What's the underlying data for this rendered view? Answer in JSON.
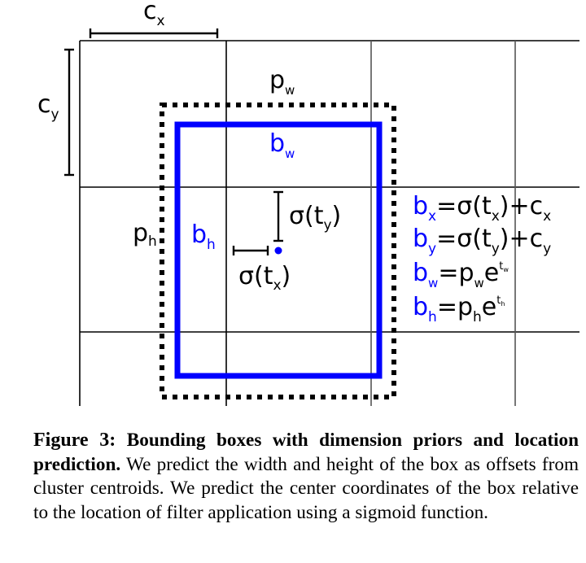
{
  "figure": {
    "colors": {
      "grid": "#000000",
      "prior_box": "#000000",
      "predicted_box": "#0000ff",
      "center_point": "#0000ff",
      "text": "#000000",
      "blue_text": "#0000ff"
    },
    "labels": {
      "cx": {
        "main": "c",
        "sub": "x"
      },
      "cy": {
        "main": "c",
        "sub": "y"
      },
      "pw": {
        "main": "p",
        "sub": "w"
      },
      "ph": {
        "main": "p",
        "sub": "h"
      },
      "bw": {
        "main": "b",
        "sub": "w"
      },
      "bh": {
        "main": "b",
        "sub": "h"
      },
      "sigma_ty": {
        "pre": "σ(t",
        "sub": "y",
        "post": ")"
      },
      "sigma_tx": {
        "pre": "σ(t",
        "sub": "x",
        "post": ")"
      }
    },
    "equations": [
      {
        "lhs_main": "b",
        "lhs_sub": "x",
        "rhs": "=σ(t",
        "rhs_sub": "x",
        "rhs_tail": ")+c",
        "rhs_tail_sub": "x"
      },
      {
        "lhs_main": "b",
        "lhs_sub": "y",
        "rhs": "=σ(t",
        "rhs_sub": "y",
        "rhs_tail": ")+c",
        "rhs_tail_sub": "y"
      },
      {
        "lhs_main": "b",
        "lhs_sub": "w",
        "rhs": "=p",
        "rhs_sub": "w",
        "rhs_tail": "e",
        "rhs_sup": "t",
        "rhs_sup_sub": "w"
      },
      {
        "lhs_main": "b",
        "lhs_sub": "h",
        "rhs": "=p",
        "rhs_sub": "h",
        "rhs_tail": "e",
        "rhs_sup": "t",
        "rhs_sup_sub": "h"
      }
    ]
  },
  "caption": {
    "figure_label": "Figure 3:",
    "bold_text": "Bounding boxes with dimension priors and location prediction.",
    "body_text": "We predict the width and height of the box as offsets from cluster centroids.  We predict the center coordinates of the box relative to the location of filter application using a sigmoid function."
  }
}
